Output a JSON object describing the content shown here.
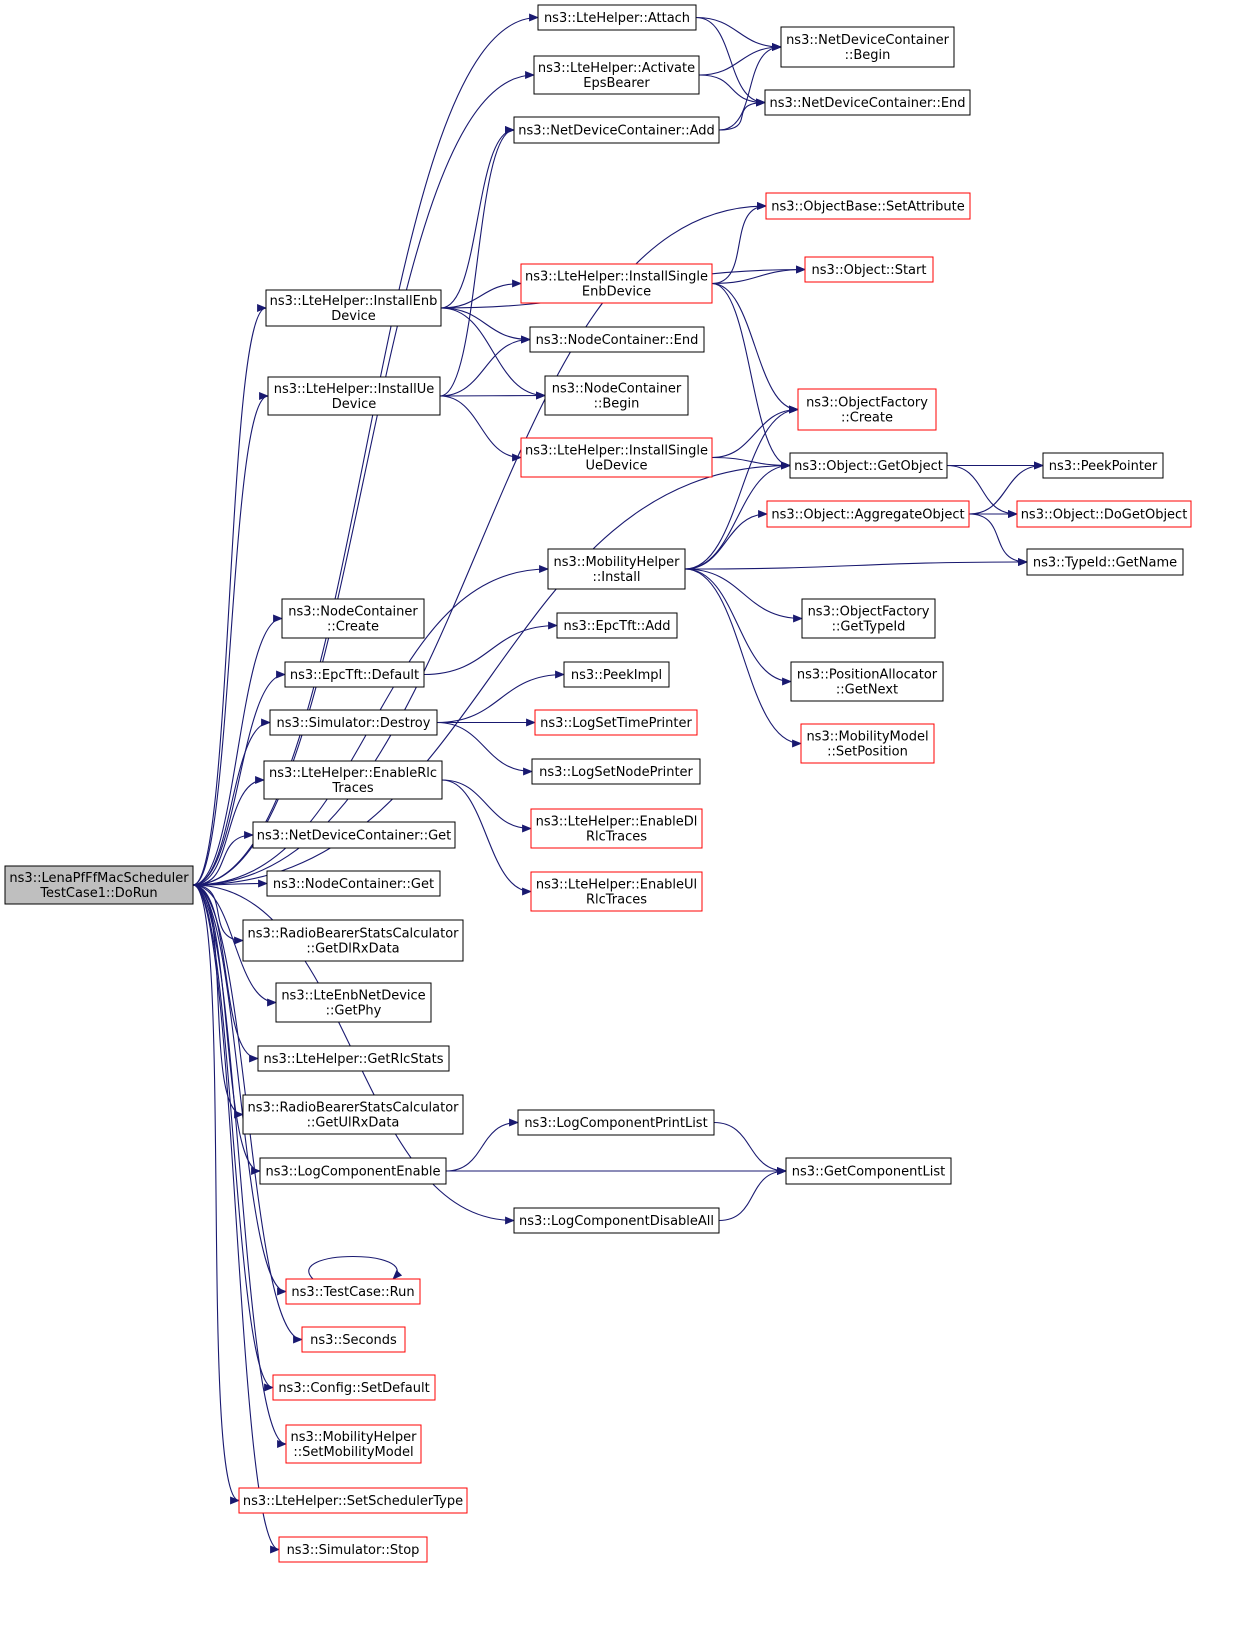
{
  "colors": {
    "edge": "#191970",
    "box_normal": "#000000",
    "box_truncated": "#ff0000",
    "root_fill": "#bfbfbf"
  },
  "nodes": [
    {
      "id": "root",
      "lines": [
        "ns3::LenaPfFfMacScheduler",
        "TestCase1::DoRun"
      ],
      "style": "root"
    },
    {
      "id": "attach",
      "lines": [
        "ns3::LteHelper::Attach"
      ],
      "style": "normal"
    },
    {
      "id": "ndc_begin",
      "lines": [
        "ns3::NetDeviceContainer",
        "::Begin"
      ],
      "style": "normal"
    },
    {
      "id": "activate",
      "lines": [
        "ns3::LteHelper::Activate",
        "EpsBearer"
      ],
      "style": "normal"
    },
    {
      "id": "ndc_end",
      "lines": [
        "ns3::NetDeviceContainer::End"
      ],
      "style": "normal"
    },
    {
      "id": "ndc_add",
      "lines": [
        "ns3::NetDeviceContainer::Add"
      ],
      "style": "normal"
    },
    {
      "id": "setattr",
      "lines": [
        "ns3::ObjectBase::SetAttribute"
      ],
      "style": "truncated"
    },
    {
      "id": "inst_single_enb",
      "lines": [
        "ns3::LteHelper::InstallSingle",
        "EnbDevice"
      ],
      "style": "truncated"
    },
    {
      "id": "obj_start",
      "lines": [
        "ns3::Object::Start"
      ],
      "style": "truncated"
    },
    {
      "id": "inst_enb",
      "lines": [
        "ns3::LteHelper::InstallEnb",
        "Device"
      ],
      "style": "normal"
    },
    {
      "id": "nc_end",
      "lines": [
        "ns3::NodeContainer::End"
      ],
      "style": "normal"
    },
    {
      "id": "inst_ue",
      "lines": [
        "ns3::LteHelper::InstallUe",
        "Device"
      ],
      "style": "normal"
    },
    {
      "id": "nc_begin",
      "lines": [
        "ns3::NodeContainer",
        "::Begin"
      ],
      "style": "normal"
    },
    {
      "id": "of_create",
      "lines": [
        "ns3::ObjectFactory",
        "::Create"
      ],
      "style": "truncated"
    },
    {
      "id": "inst_single_ue",
      "lines": [
        "ns3::LteHelper::InstallSingle",
        "UeDevice"
      ],
      "style": "truncated"
    },
    {
      "id": "getobject",
      "lines": [
        "ns3::Object::GetObject"
      ],
      "style": "normal"
    },
    {
      "id": "peekpointer",
      "lines": [
        "ns3::PeekPointer"
      ],
      "style": "normal"
    },
    {
      "id": "aggregate",
      "lines": [
        "ns3::Object::AggregateObject"
      ],
      "style": "truncated"
    },
    {
      "id": "dogetobject",
      "lines": [
        "ns3::Object::DoGetObject"
      ],
      "style": "truncated"
    },
    {
      "id": "mobility_install",
      "lines": [
        "ns3::MobilityHelper",
        "::Install"
      ],
      "style": "normal"
    },
    {
      "id": "typeid_getname",
      "lines": [
        "ns3::TypeId::GetName"
      ],
      "style": "normal"
    },
    {
      "id": "nc_create",
      "lines": [
        "ns3::NodeContainer",
        "::Create"
      ],
      "style": "normal"
    },
    {
      "id": "of_gettypeid",
      "lines": [
        "ns3::ObjectFactory",
        "::GetTypeId"
      ],
      "style": "normal"
    },
    {
      "id": "epctft_add",
      "lines": [
        "ns3::EpcTft::Add"
      ],
      "style": "normal"
    },
    {
      "id": "epctft_default",
      "lines": [
        "ns3::EpcTft::Default"
      ],
      "style": "normal"
    },
    {
      "id": "posalloc_next",
      "lines": [
        "ns3::PositionAllocator",
        "::GetNext"
      ],
      "style": "normal"
    },
    {
      "id": "peekimpl",
      "lines": [
        "ns3::PeekImpl"
      ],
      "style": "normal"
    },
    {
      "id": "sim_destroy",
      "lines": [
        "ns3::Simulator::Destroy"
      ],
      "style": "normal"
    },
    {
      "id": "logsettime",
      "lines": [
        "ns3::LogSetTimePrinter"
      ],
      "style": "truncated"
    },
    {
      "id": "mm_setpos",
      "lines": [
        "ns3::MobilityModel",
        "::SetPosition"
      ],
      "style": "truncated"
    },
    {
      "id": "lognodeprinter",
      "lines": [
        "ns3::LogSetNodePrinter"
      ],
      "style": "normal"
    },
    {
      "id": "enable_rlc",
      "lines": [
        "ns3::LteHelper::EnableRlc",
        "Traces"
      ],
      "style": "normal"
    },
    {
      "id": "enable_dl",
      "lines": [
        "ns3::LteHelper::EnableDl",
        "RlcTraces"
      ],
      "style": "truncated"
    },
    {
      "id": "ndc_get",
      "lines": [
        "ns3::NetDeviceContainer::Get"
      ],
      "style": "normal"
    },
    {
      "id": "nc_get",
      "lines": [
        "ns3::NodeContainer::Get"
      ],
      "style": "normal"
    },
    {
      "id": "enable_ul",
      "lines": [
        "ns3::LteHelper::EnableUl",
        "RlcTraces"
      ],
      "style": "truncated"
    },
    {
      "id": "rbs_dl",
      "lines": [
        "ns3::RadioBearerStatsCalculator",
        "::GetDlRxData"
      ],
      "style": "normal"
    },
    {
      "id": "enb_getphy",
      "lines": [
        "ns3::LteEnbNetDevice",
        "::GetPhy"
      ],
      "style": "normal"
    },
    {
      "id": "getrlcstats",
      "lines": [
        "ns3::LteHelper::GetRlcStats"
      ],
      "style": "normal"
    },
    {
      "id": "rbs_ul",
      "lines": [
        "ns3::RadioBearerStatsCalculator",
        "::GetUlRxData"
      ],
      "style": "normal"
    },
    {
      "id": "logprintlist",
      "lines": [
        "ns3::LogComponentPrintList"
      ],
      "style": "normal"
    },
    {
      "id": "logenable",
      "lines": [
        "ns3::LogComponentEnable"
      ],
      "style": "normal"
    },
    {
      "id": "getcomplist",
      "lines": [
        "ns3::GetComponentList"
      ],
      "style": "normal"
    },
    {
      "id": "logdisable",
      "lines": [
        "ns3::LogComponentDisableAll"
      ],
      "style": "normal"
    },
    {
      "id": "tc_run",
      "lines": [
        "ns3::TestCase::Run"
      ],
      "style": "truncated"
    },
    {
      "id": "seconds",
      "lines": [
        "ns3::Seconds"
      ],
      "style": "truncated"
    },
    {
      "id": "cfg_setdefault",
      "lines": [
        "ns3::Config::SetDefault"
      ],
      "style": "truncated"
    },
    {
      "id": "mh_setmodel",
      "lines": [
        "ns3::MobilityHelper",
        "::SetMobilityModel"
      ],
      "style": "truncated"
    },
    {
      "id": "setscheduler",
      "lines": [
        "ns3::LteHelper::SetSchedulerType"
      ],
      "style": "truncated"
    },
    {
      "id": "sim_stop",
      "lines": [
        "ns3::Simulator::Stop"
      ],
      "style": "truncated"
    }
  ],
  "edges": [
    [
      "root",
      "attach"
    ],
    [
      "root",
      "activate"
    ],
    [
      "root",
      "setattr"
    ],
    [
      "root",
      "inst_enb"
    ],
    [
      "root",
      "inst_ue"
    ],
    [
      "root",
      "getobject"
    ],
    [
      "root",
      "mobility_install"
    ],
    [
      "root",
      "nc_create"
    ],
    [
      "root",
      "epctft_default"
    ],
    [
      "root",
      "sim_destroy"
    ],
    [
      "root",
      "enable_rlc"
    ],
    [
      "root",
      "ndc_get"
    ],
    [
      "root",
      "nc_get"
    ],
    [
      "root",
      "rbs_dl"
    ],
    [
      "root",
      "enb_getphy"
    ],
    [
      "root",
      "getrlcstats"
    ],
    [
      "root",
      "rbs_ul"
    ],
    [
      "root",
      "logenable"
    ],
    [
      "root",
      "logdisable"
    ],
    [
      "root",
      "tc_run"
    ],
    [
      "root",
      "seconds"
    ],
    [
      "root",
      "cfg_setdefault"
    ],
    [
      "root",
      "mh_setmodel"
    ],
    [
      "root",
      "setscheduler"
    ],
    [
      "root",
      "sim_stop"
    ],
    [
      "attach",
      "ndc_begin"
    ],
    [
      "attach",
      "ndc_end"
    ],
    [
      "activate",
      "ndc_begin"
    ],
    [
      "activate",
      "ndc_end"
    ],
    [
      "ndc_add",
      "ndc_begin"
    ],
    [
      "ndc_add",
      "ndc_end"
    ],
    [
      "inst_enb",
      "ndc_add"
    ],
    [
      "inst_enb",
      "obj_start"
    ],
    [
      "inst_enb",
      "inst_single_enb"
    ],
    [
      "inst_enb",
      "nc_end"
    ],
    [
      "inst_enb",
      "nc_begin"
    ],
    [
      "inst_single_enb",
      "setattr"
    ],
    [
      "inst_single_enb",
      "obj_start"
    ],
    [
      "inst_single_enb",
      "of_create"
    ],
    [
      "inst_single_enb",
      "getobject"
    ],
    [
      "inst_ue",
      "ndc_add"
    ],
    [
      "inst_ue",
      "nc_end"
    ],
    [
      "inst_ue",
      "nc_begin"
    ],
    [
      "inst_ue",
      "inst_single_ue"
    ],
    [
      "inst_single_ue",
      "of_create"
    ],
    [
      "inst_single_ue",
      "getobject"
    ],
    [
      "getobject",
      "peekpointer"
    ],
    [
      "getobject",
      "dogetobject"
    ],
    [
      "aggregate",
      "peekpointer"
    ],
    [
      "aggregate",
      "dogetobject"
    ],
    [
      "aggregate",
      "typeid_getname"
    ],
    [
      "mobility_install",
      "of_create"
    ],
    [
      "mobility_install",
      "getobject"
    ],
    [
      "mobility_install",
      "aggregate"
    ],
    [
      "mobility_install",
      "typeid_getname"
    ],
    [
      "mobility_install",
      "of_gettypeid"
    ],
    [
      "mobility_install",
      "posalloc_next"
    ],
    [
      "mobility_install",
      "mm_setpos"
    ],
    [
      "epctft_default",
      "epctft_add"
    ],
    [
      "sim_destroy",
      "peekimpl"
    ],
    [
      "sim_destroy",
      "logsettime"
    ],
    [
      "sim_destroy",
      "lognodeprinter"
    ],
    [
      "enable_rlc",
      "enable_dl"
    ],
    [
      "enable_rlc",
      "enable_ul"
    ],
    [
      "logenable",
      "logprintlist"
    ],
    [
      "logenable",
      "getcomplist"
    ],
    [
      "logprintlist",
      "getcomplist"
    ],
    [
      "logdisable",
      "getcomplist"
    ],
    [
      "tc_run",
      "tc_run"
    ]
  ]
}
